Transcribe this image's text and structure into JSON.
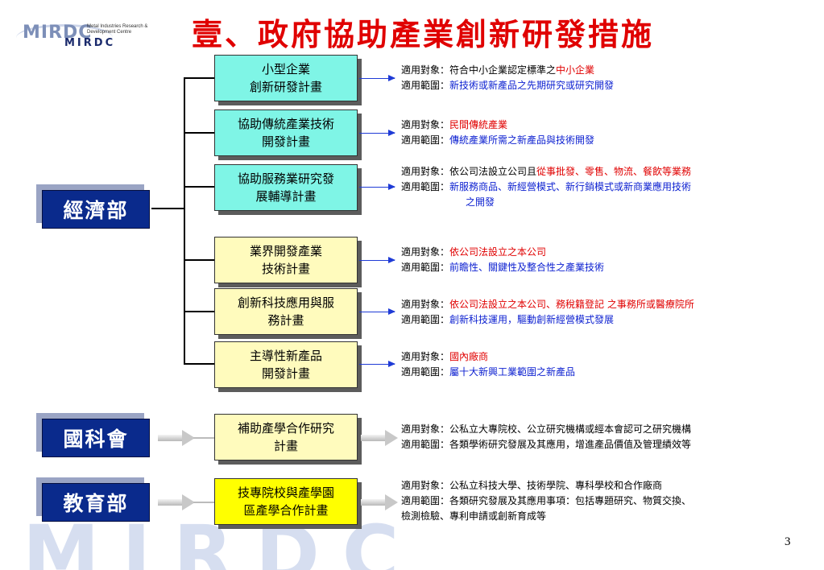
{
  "logo": {
    "mark": "MIRDC",
    "sub": "MIRDC",
    "tagline": "Metal Industries Research & Development Centre"
  },
  "title": "壹、政府協助產業創新研發措施",
  "watermark": "MIRDC",
  "page_number": "3",
  "ministries": [
    {
      "label": "經濟部"
    },
    {
      "label": "國科會"
    },
    {
      "label": "教育部"
    }
  ],
  "plans": [
    {
      "line1": "小型企業",
      "line2": "創新研發計畫"
    },
    {
      "line1": "協助傳統產業技術",
      "line2": "開發計畫"
    },
    {
      "line1": "協助服務業研究發",
      "line2": "展輔導計畫"
    },
    {
      "line1": "業界開發產業",
      "line2": "技術計畫"
    },
    {
      "line1": "創新科技應用與服",
      "line2": "務計畫"
    },
    {
      "line1": "主導性新產品",
      "line2": "開發計畫"
    },
    {
      "line1": "補助產學合作研究",
      "line2": "計畫"
    },
    {
      "line1": "技專院校與產學園",
      "line2": "區產學合作計畫"
    }
  ],
  "descriptions": [
    {
      "target_label": "適用對象：",
      "target_plain": "符合中小企業認定標準之",
      "target_red": "中小企業",
      "scope_label": "適用範圍：",
      "scope_blue": "新技術或新產品之先期研究或研究開發"
    },
    {
      "target_label": "適用對象：",
      "target_red": "民間傳統產業",
      "scope_label": "適用範圍：",
      "scope_blue": "傳統產業所需之新產品與技術開發"
    },
    {
      "target_label": "適用對象：",
      "target_plain": "依公司法設立公司且",
      "target_red": "從事批發、零售、物流、餐飲等業務",
      "scope_label": "適用範圍：",
      "scope_blue": "新服務商品、新經營模式、新行銷模式或新商業應用技術",
      "scope_blue_2": "之開發"
    },
    {
      "target_label": "適用對象：",
      "target_red": "依公司法設立之本公司",
      "scope_label": "適用範圍：",
      "scope_blue": "前瞻性、關鍵性及整合性之產業技術"
    },
    {
      "target_label": "適用對象：",
      "target_red": "依公司法設立之本公司、務稅籍登記 之事務所或醫療院所",
      "scope_label": "適用範圍：",
      "scope_blue": "創新科技運用，驅動創新經營模式發展"
    },
    {
      "target_label": "適用對象：",
      "target_red": "國內廠商",
      "scope_label": "適用範圍：",
      "scope_blue": "屬十大新興工業範圍之新產品"
    },
    {
      "target_label": "適用對象：",
      "target_plain": "公私立大專院校、公立研究機構或經本會認可之研究機構",
      "scope_label": "適用範圍：",
      "scope_plain": "各類學術研究發展及其應用，增進產品價值及管理績效等"
    },
    {
      "target_label": "適用對象：",
      "target_plain": "公私立科技大學、技術學院、專科學校和合作廠商",
      "scope_label": "適用範圍：",
      "scope_plain": "各類研究發展及其應用事項：包括專題研究、物質交換、",
      "scope_plain_2": "檢測檢驗、專利申請或創新育成等"
    }
  ],
  "colors": {
    "title_red": "#e00000",
    "ministry_navy": "#0a2a8c",
    "plan_cyan": "#7ff5e6",
    "plan_cream": "#fffbbd",
    "plan_yellow": "#ffff00",
    "arrow_blue": "#1f3bd6",
    "text_blue": "#0b1fd0"
  }
}
